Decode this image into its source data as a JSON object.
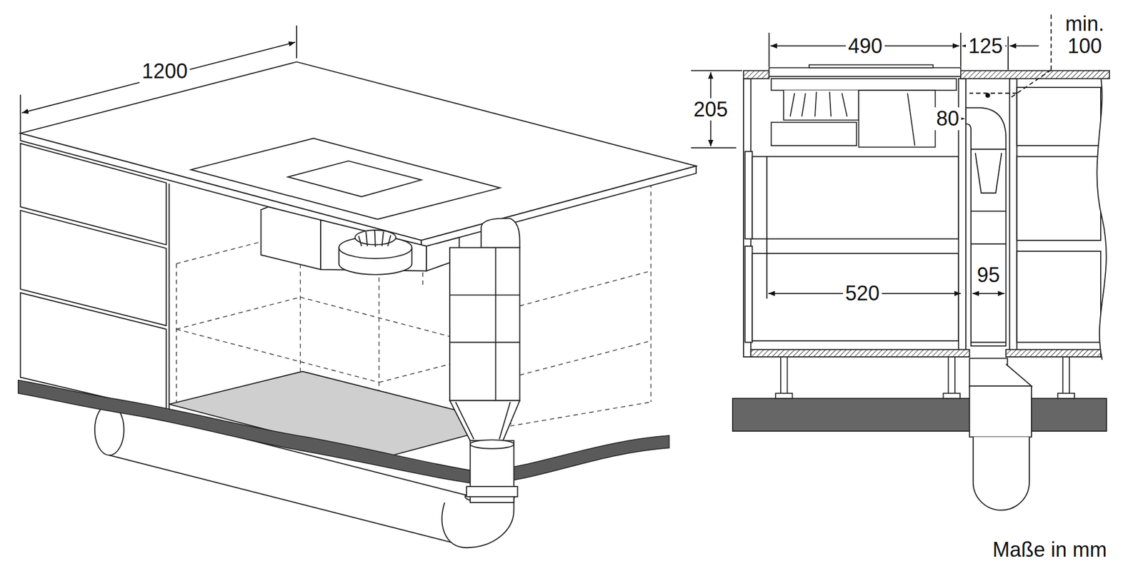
{
  "diagram": {
    "labels": [
      "1200",
      "490",
      "125",
      "min. 100",
      "205",
      "80",
      "520",
      "95",
      "Maße in mm"
    ]
  }
}
